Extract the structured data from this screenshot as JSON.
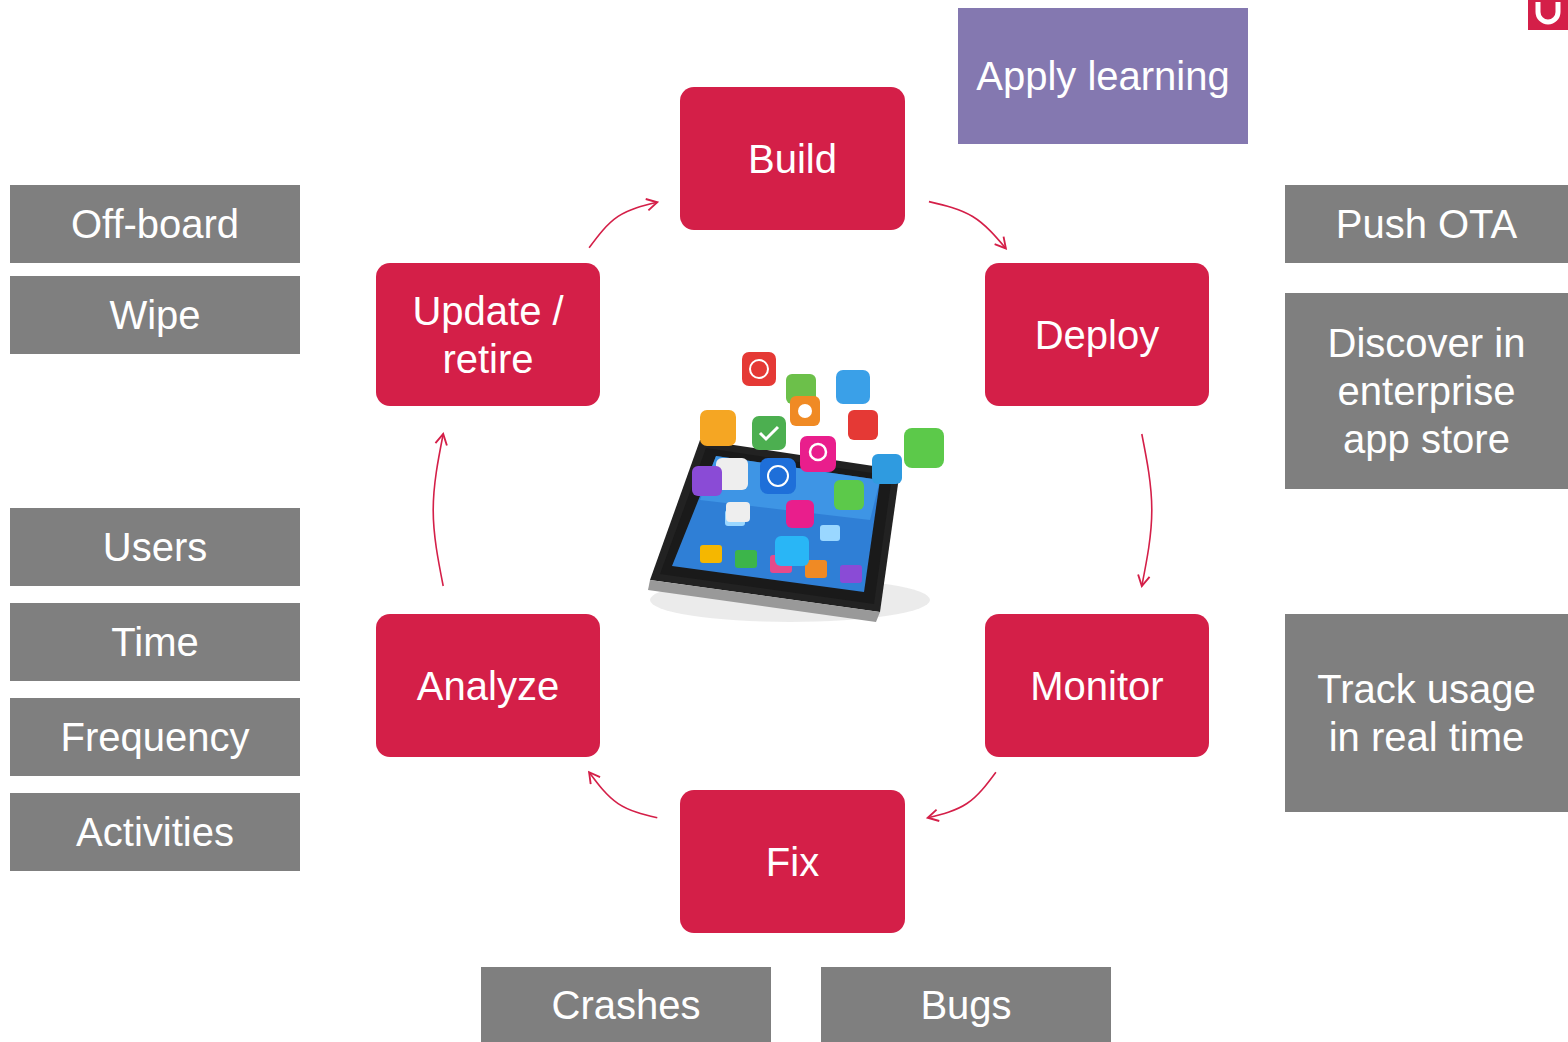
{
  "diagram": {
    "nodes": [
      {
        "text": [
          "Apply learning"
        ]
      },
      {
        "text": [
          "Build"
        ]
      },
      {
        "text": [
          "Off-board"
        ]
      },
      {
        "text": [
          "Push OTA"
        ]
      },
      {
        "text": [
          "Wipe"
        ]
      },
      {
        "text": [
          "Update / retire"
        ]
      },
      {
        "text": [
          "Deploy"
        ]
      },
      {
        "text": [
          "Discover in enterprise app store"
        ]
      },
      {
        "text": [
          "Users"
        ]
      },
      {
        "text": [
          "Time"
        ]
      },
      {
        "text": [
          "Analyze"
        ]
      },
      {
        "text": [
          "Monitor"
        ]
      },
      {
        "text": [
          "Track usage in real time"
        ]
      },
      {
        "text": [
          "Frequency"
        ]
      },
      {
        "text": [
          "Activities"
        ]
      },
      {
        "text": [
          "Fix"
        ]
      },
      {
        "text": [
          "Crashes"
        ]
      },
      {
        "text": [
          "Bugs"
        ]
      }
    ],
    "edges": [
      {
        "from": 1,
        "to": 6,
        "arrow": "to"
      },
      {
        "from": 6,
        "to": 11,
        "arrow": "to"
      },
      {
        "from": 11,
        "to": 15,
        "arrow": "to"
      },
      {
        "from": 15,
        "to": 10,
        "arrow": "to"
      },
      {
        "from": 10,
        "to": 5,
        "arrow": "to"
      },
      {
        "from": 5,
        "to": 1,
        "arrow": "to"
      }
    ]
  }
}
